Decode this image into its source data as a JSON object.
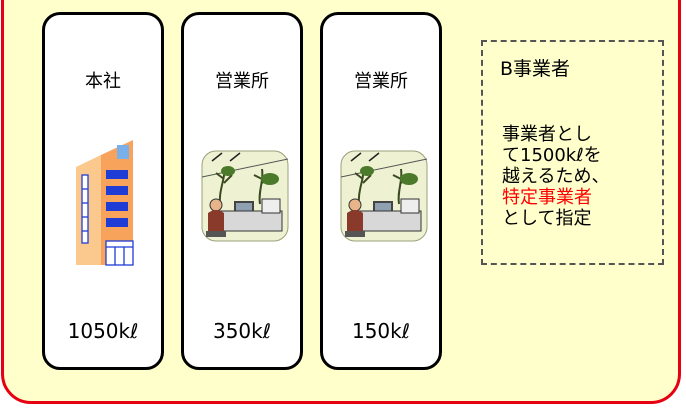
{
  "cards": [
    {
      "title": "本社",
      "amount": "1050kℓ",
      "icon": "office-building-icon"
    },
    {
      "title": "営業所",
      "amount": "350kℓ",
      "icon": "office-workers-icon"
    },
    {
      "title": "営業所",
      "amount": "150kℓ",
      "icon": "office-workers-icon"
    }
  ],
  "note": {
    "title": "B事業者",
    "lines": [
      "事業者とし",
      "て1500kℓを",
      "越えるため、"
    ],
    "highlight": "特定事業者",
    "last_line": "として指定"
  },
  "colors": {
    "panel_fill": "#ffffcc",
    "panel_border": "#e60012",
    "highlight": "#ff0000"
  }
}
